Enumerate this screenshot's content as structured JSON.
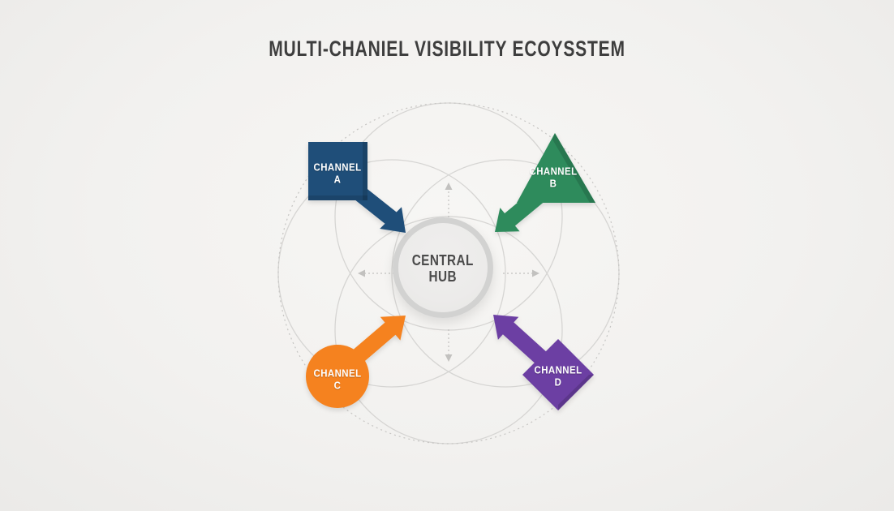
{
  "title": "MULTI-CHANIEL VISIBILITY ECOYSSTEM",
  "hub": {
    "line1": "CENTRAL",
    "line2": "HUB"
  },
  "channels": [
    {
      "name": "Channel A",
      "line1": "CHANNEL",
      "line2": "A",
      "shape": "square",
      "position": "top-left",
      "color": "#1F4E79"
    },
    {
      "name": "Channel B",
      "line1": "CHANNEL",
      "line2": "B",
      "shape": "triangle",
      "position": "top-right",
      "color": "#2E8B5C"
    },
    {
      "name": "Channel C",
      "line1": "CHANNEL",
      "line2": "C",
      "shape": "circle",
      "position": "bottom-left",
      "color": "#F5821F"
    },
    {
      "name": "Channel D",
      "line1": "CHANNEL",
      "line2": "D",
      "shape": "diamond",
      "position": "bottom-right",
      "color": "#6C3FA3"
    }
  ],
  "palette": {
    "background": "#F2F1EF",
    "orbit_line": "#D6D5D3",
    "dotted_line": "#C6C5C3",
    "hub_ring": "#D2D2D1",
    "hub_fill": "#ECEBEA",
    "hub_text": "#4B4B4B",
    "title_text": "#3E3E3E",
    "label_text": "#FFFFFF"
  }
}
